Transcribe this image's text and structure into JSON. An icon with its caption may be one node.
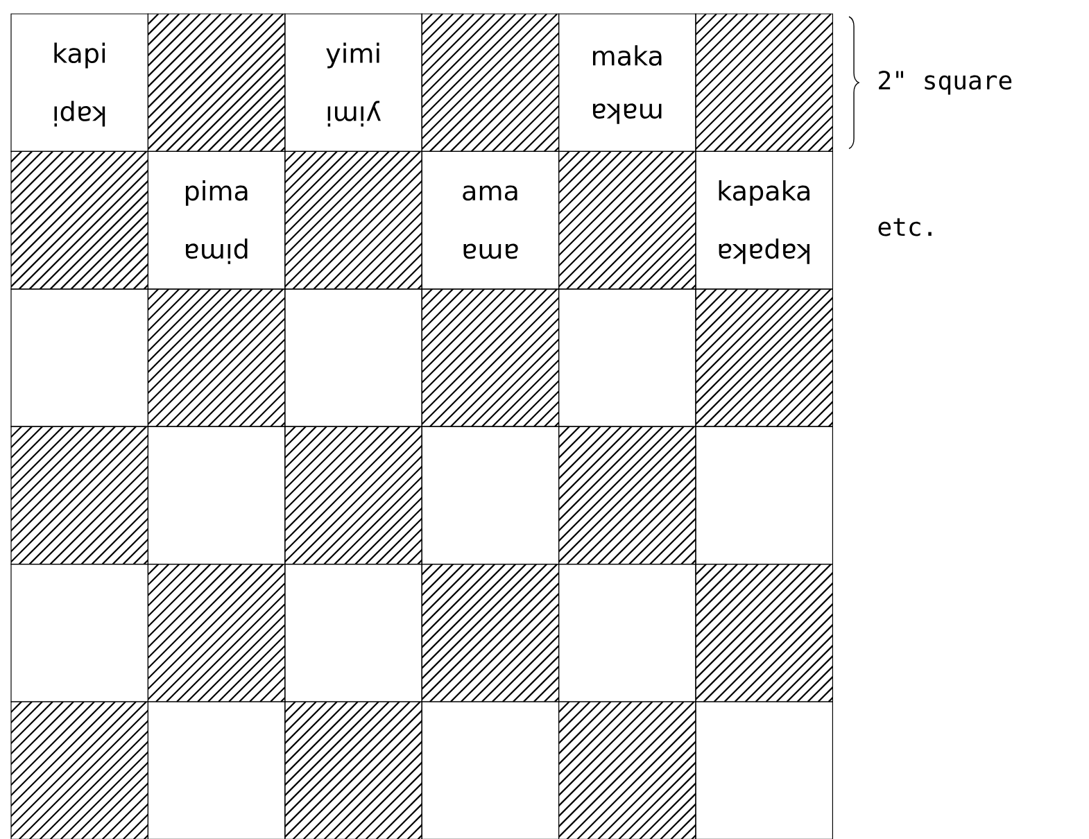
{
  "diagram": {
    "labels": [
      "kapi",
      "kapi",
      "yimi",
      "yimi",
      "maka",
      "maka",
      "pima",
      "pima",
      "ama",
      "ama",
      "kapaka",
      "kapaka",
      "2\" square",
      "etc."
    ]
  }
}
